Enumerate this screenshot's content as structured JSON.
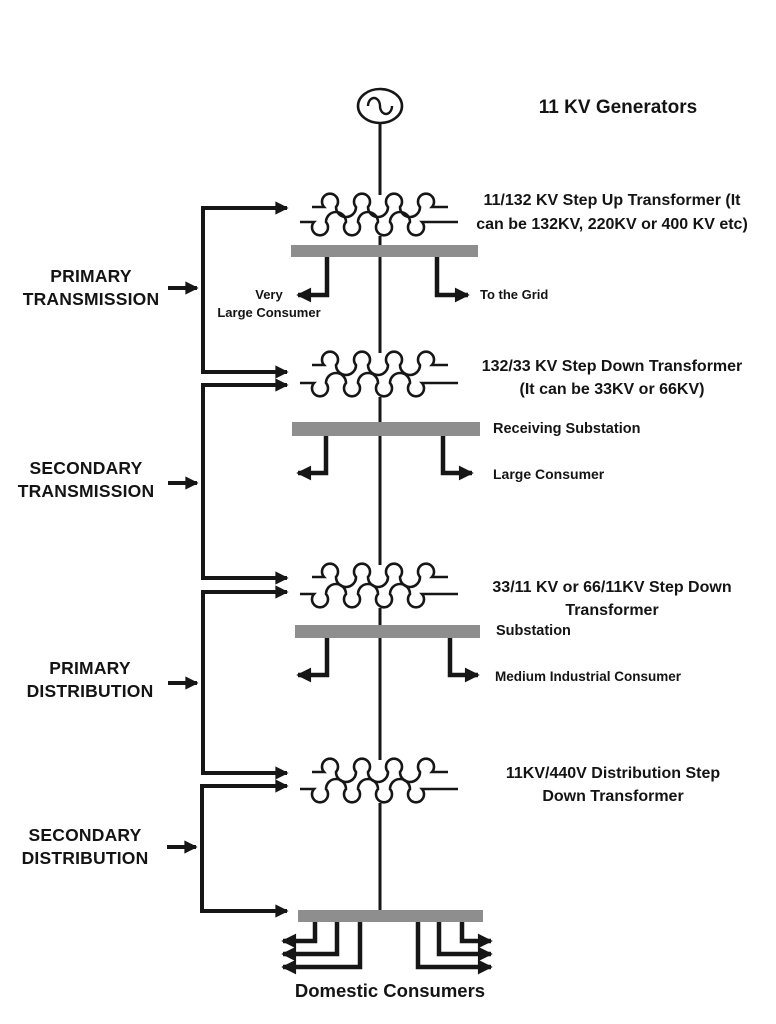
{
  "title": "11 KV Generators",
  "stages": [
    {
      "line1": "PRIMARY",
      "line2": "TRANSMISSION"
    },
    {
      "line1": "SECONDARY",
      "line2": "TRANSMISSION"
    },
    {
      "line1": "PRIMARY",
      "line2": "DISTRIBUTION"
    },
    {
      "line1": "SECONDARY",
      "line2": "DISTRIBUTION"
    }
  ],
  "transformers": [
    {
      "line1": "11/132 KV Step Up Transformer (It",
      "line2": "can be 132KV, 220KV or 400 KV etc)"
    },
    {
      "line1": "132/33 KV Step Down Transformer",
      "line2": "(It can be 33KV or 66KV)"
    },
    {
      "line1": "33/11 KV or 66/11KV Step Down",
      "line2": "Transformer"
    },
    {
      "line1": "11KV/440V Distribution Step",
      "line2": "Down Transformer"
    }
  ],
  "substations": {
    "receiving": "Receiving Substation",
    "distribution": "Substation"
  },
  "consumers": {
    "very_large_line1": "Very",
    "very_large_line2": "Large Consumer",
    "to_grid": "To the Grid",
    "large": "Large Consumer",
    "medium": "Medium Industrial Consumer",
    "domestic": "Domestic Consumers"
  },
  "colors": {
    "line": "#161616",
    "busbar": "#8e8e8e",
    "background": "#ffffff"
  }
}
